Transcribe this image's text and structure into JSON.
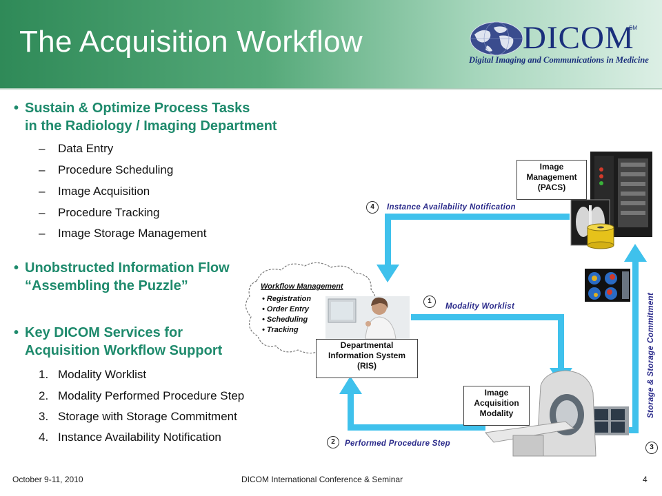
{
  "header": {
    "title": "The Acquisition Workflow",
    "logo_text": "DICOM",
    "logo_sm": "SM",
    "logo_subtitle": "Digital Imaging and Communications in Medicine"
  },
  "bullets": {
    "b1": [
      "Sustain & Optimize Process Tasks",
      "in the Radiology / Imaging Department"
    ],
    "b1_subs": [
      "Data Entry",
      "Procedure Scheduling",
      "Image Acquisition",
      "Procedure Tracking",
      "Image Storage Management"
    ],
    "b2": [
      "Unobstructed Information Flow",
      "“Assembling the Puzzle”"
    ],
    "b3": [
      "Key DICOM Services for",
      "Acquisition Workflow Support"
    ],
    "b3_subs": [
      {
        "num": "1.",
        "text": "Modality Worklist"
      },
      {
        "num": "2.",
        "text": "Modality Performed Procedure Step"
      },
      {
        "num": "3.",
        "text": "Storage with Storage Commitment"
      },
      {
        "num": "4.",
        "text": "Instance Availability Notification"
      }
    ],
    "bullet_char": "•",
    "dash_char": "–"
  },
  "diagram": {
    "workflow": {
      "heading": "Workflow  Management",
      "items": [
        "Registration",
        "Order Entry",
        "Scheduling",
        "Tracking"
      ]
    },
    "ris_label": [
      "Departmental",
      "Information System",
      "(RIS)"
    ],
    "pacs_label": [
      "Image",
      "Management",
      "(PACS)"
    ],
    "modality_label": [
      "Image",
      "Acquisition",
      "Modality"
    ],
    "flows": [
      {
        "num": "1",
        "label": "Modality  Worklist"
      },
      {
        "num": "2",
        "label": "Performed Procedure Step"
      },
      {
        "num": "3",
        "label": "Storage  &  Storage Commitment"
      },
      {
        "num": "4",
        "label": "Instance Availability  Notification"
      }
    ],
    "arrow_color": "#3fc1ec"
  },
  "footer": {
    "date": "October 9-11, 2010",
    "event": "DICOM International Conference & Seminar",
    "page": "4"
  }
}
